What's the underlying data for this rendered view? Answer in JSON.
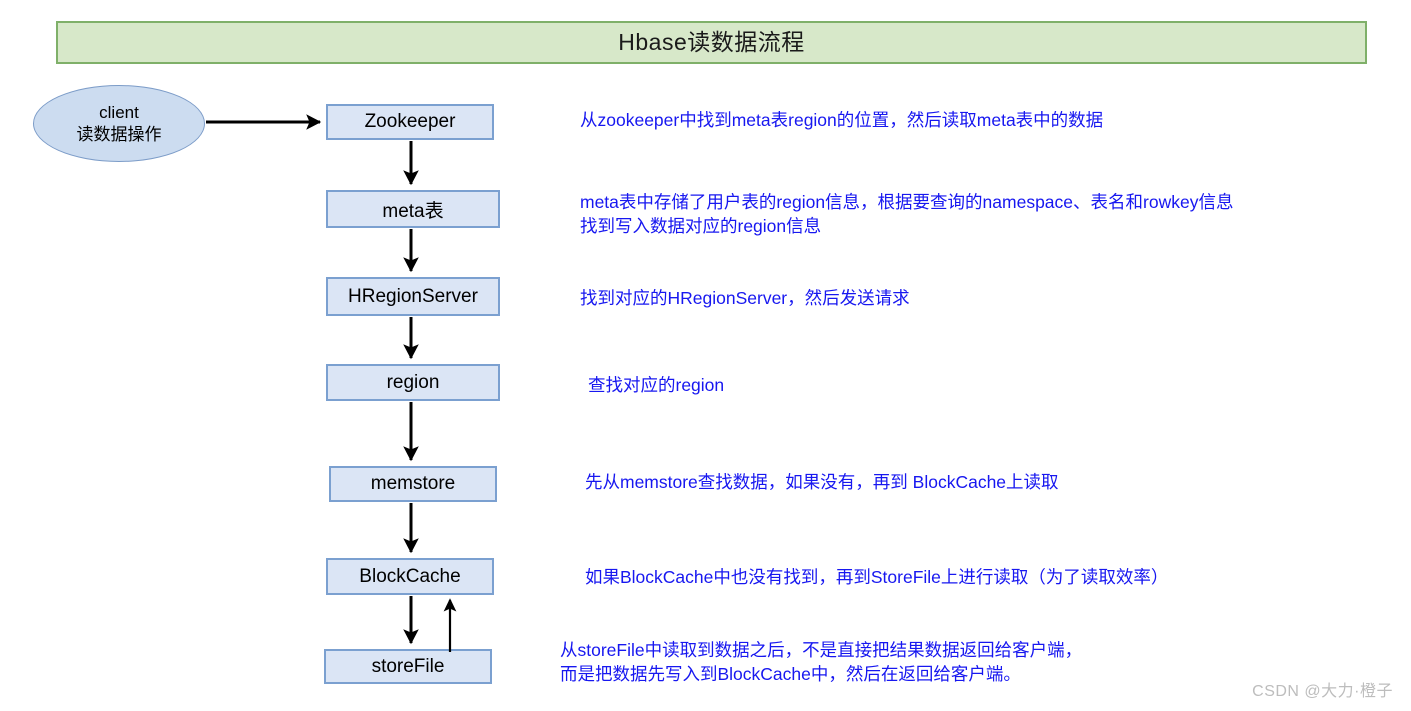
{
  "page": {
    "title": "Hbase读数据流程",
    "background": "#ffffff",
    "watermark": "CSDN @大力·橙子"
  },
  "colors": {
    "banner_fill": "#d7e8c9",
    "banner_border": "#7fb069",
    "box_fill": "#dbe5f5",
    "box_border": "#7ba0d0",
    "ellipse_fill": "#ccdcf0",
    "ellipse_border": "#7c9cc8",
    "annotation_text": "#1717f0",
    "arrow": "#000000",
    "watermark_text": "#bdbdbd"
  },
  "client": {
    "line1": "client",
    "line2": "读数据操作"
  },
  "flow": {
    "nodes": [
      {
        "id": "zookeeper",
        "label": "Zookeeper"
      },
      {
        "id": "meta",
        "label": "meta表"
      },
      {
        "id": "hregion",
        "label": "HRegionServer"
      },
      {
        "id": "region",
        "label": "region"
      },
      {
        "id": "memstore",
        "label": "memstore"
      },
      {
        "id": "blockcache",
        "label": "BlockCache"
      },
      {
        "id": "storefile",
        "label": "storeFile"
      }
    ]
  },
  "annotations": [
    {
      "id": "annot-zookeeper",
      "text": "从zookeeper中找到meta表region的位置，然后读取meta表中的数据"
    },
    {
      "id": "annot-meta",
      "text": "meta表中存储了用户表的region信息，根据要查询的namespace、表名和rowkey信息\n找到写入数据对应的region信息"
    },
    {
      "id": "annot-hregionserver",
      "text": "找到对应的HRegionServer，然后发送请求"
    },
    {
      "id": "annot-region",
      "text": "查找对应的region"
    },
    {
      "id": "annot-memstore",
      "text": "先从memstore查找数据，如果没有，再到 BlockCache上读取"
    },
    {
      "id": "annot-blockcache",
      "text": "如果BlockCache中也没有找到，再到StoreFile上进行读取（为了读取效率）"
    },
    {
      "id": "annot-storefile",
      "text": "从storeFile中读取到数据之后，不是直接把结果数据返回给客户端，\n而是把数据先写入到BlockCache中，然后在返回给客户端。"
    }
  ]
}
